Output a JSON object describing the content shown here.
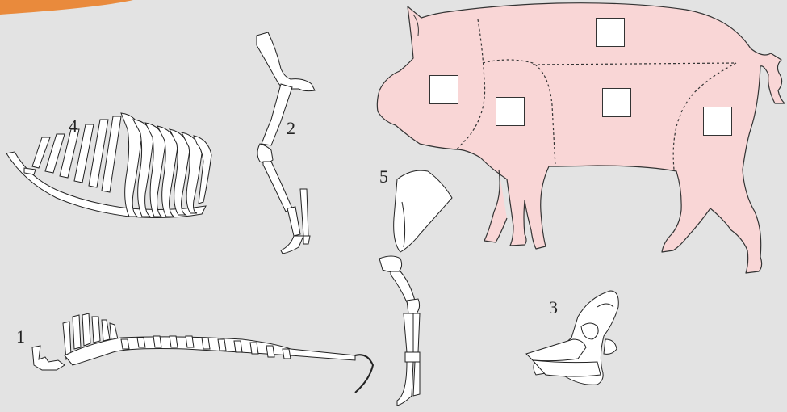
{
  "colors": {
    "background": "#e3e3e3",
    "pig_fill": "#f9d6d6",
    "outline": "#333333",
    "banner": "#e98a3c",
    "bone_fill": "#ffffff"
  },
  "labels": {
    "spine": "1",
    "hind_leg": "2",
    "skull": "3",
    "ribcage": "4",
    "front_leg": "5"
  },
  "answer_boxes": [
    {
      "id": "ham"
    },
    {
      "id": "loin"
    },
    {
      "id": "belly"
    },
    {
      "id": "shoulder"
    },
    {
      "id": "head"
    }
  ]
}
